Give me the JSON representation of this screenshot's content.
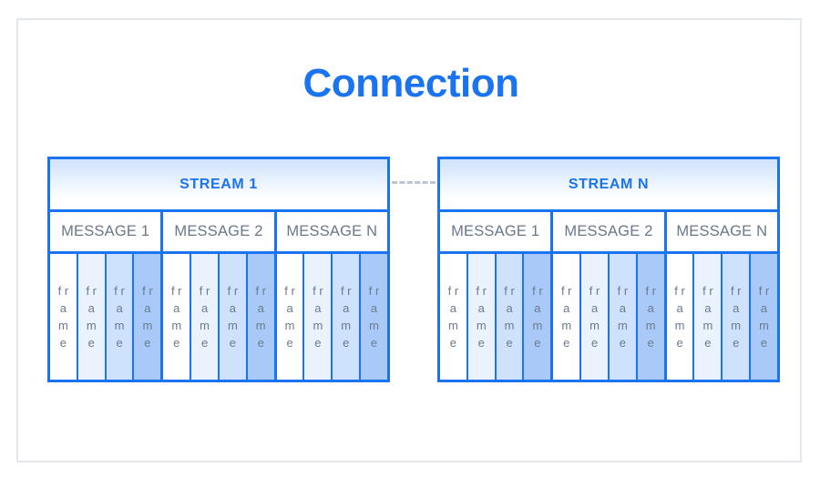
{
  "page": {
    "title": "Connection",
    "accent_color": "#1a73f0",
    "card_border_color": "#e3e8ef",
    "label_color": "#697789",
    "connector_color": "#bcc5d1",
    "background": "#ffffff"
  },
  "connector": {
    "style": "dashed",
    "name": "stream-connector"
  },
  "frame_shades": [
    "#ffffff",
    "#eaf2fe",
    "#cfe2fd",
    "#a9caf9"
  ],
  "frame_label": "f r a m e",
  "streams": [
    {
      "title": "STREAM 1",
      "messages": [
        {
          "label": "MESSAGE 1",
          "frames": [
            {
              "label": "f r a m e",
              "shade": 0
            },
            {
              "label": "f r a m e",
              "shade": 1
            },
            {
              "label": "f r a m e",
              "shade": 2
            },
            {
              "label": "f r a m e",
              "shade": 3
            }
          ]
        },
        {
          "label": "MESSAGE 2",
          "frames": [
            {
              "label": "f r a m e",
              "shade": 0
            },
            {
              "label": "f r a m e",
              "shade": 1
            },
            {
              "label": "f r a m e",
              "shade": 2
            },
            {
              "label": "f r a m e",
              "shade": 3
            }
          ]
        },
        {
          "label": "MESSAGE N",
          "frames": [
            {
              "label": "f r a m e",
              "shade": 0
            },
            {
              "label": "f r a m e",
              "shade": 1
            },
            {
              "label": "f r a m e",
              "shade": 2
            },
            {
              "label": "f r a m e",
              "shade": 3
            }
          ]
        }
      ]
    },
    {
      "title": "STREAM N",
      "messages": [
        {
          "label": "MESSAGE 1",
          "frames": [
            {
              "label": "f r a m e",
              "shade": 0
            },
            {
              "label": "f r a m e",
              "shade": 1
            },
            {
              "label": "f r a m e",
              "shade": 2
            },
            {
              "label": "f r a m e",
              "shade": 3
            }
          ]
        },
        {
          "label": "MESSAGE 2",
          "frames": [
            {
              "label": "f r a m e",
              "shade": 0
            },
            {
              "label": "f r a m e",
              "shade": 1
            },
            {
              "label": "f r a m e",
              "shade": 2
            },
            {
              "label": "f r a m e",
              "shade": 3
            }
          ]
        },
        {
          "label": "MESSAGE N",
          "frames": [
            {
              "label": "f r a m e",
              "shade": 0
            },
            {
              "label": "f r a m e",
              "shade": 1
            },
            {
              "label": "f r a m e",
              "shade": 2
            },
            {
              "label": "f r a m e",
              "shade": 3
            }
          ]
        }
      ]
    }
  ]
}
